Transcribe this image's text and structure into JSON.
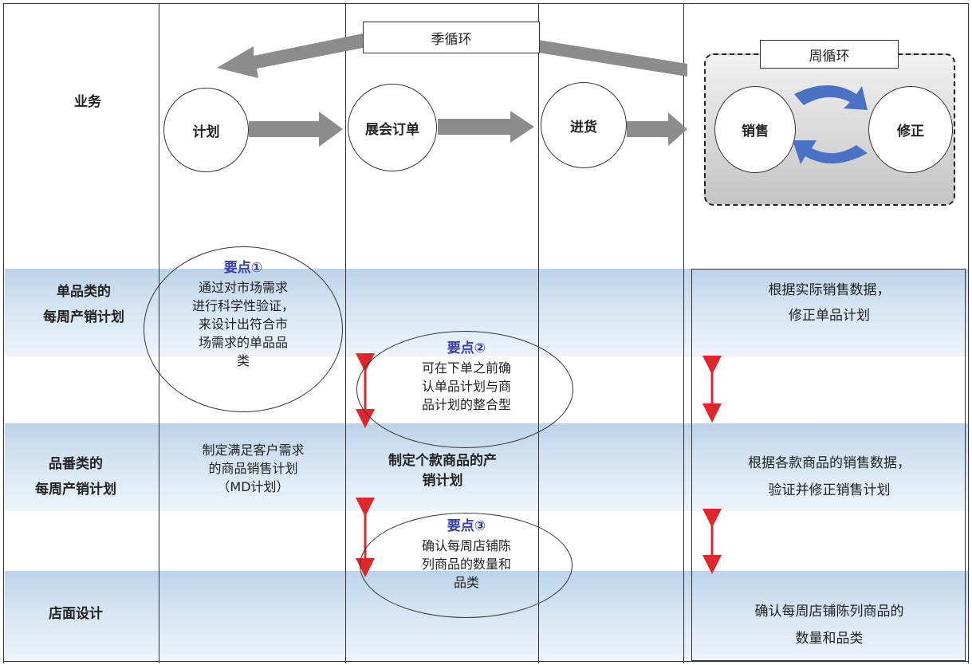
{
  "row_labels": {
    "business": "业务",
    "item_plan_1": "单品类的",
    "item_plan_2": "每周产销计划",
    "sku_plan_1": "品番类的",
    "sku_plan_2": "每周产销计划",
    "store_design": "店面设计"
  },
  "loops": {
    "season": "季循环",
    "week": "周循环"
  },
  "process": {
    "plan": "计划",
    "exhibition_order": "展会订单",
    "stock_in": "进货",
    "sales": "销售",
    "correction": "修正"
  },
  "key_points": [
    {
      "title": "要点①",
      "lines": [
        "通过对市场需求",
        "进行科学性验证，",
        "来设计出符合市",
        "场需求的单品品",
        "类"
      ]
    },
    {
      "title": "要点②",
      "lines": [
        "可在下单之前确",
        "认单品计划与商",
        "品计划的整合型"
      ]
    },
    {
      "title": "要点③",
      "lines": [
        "确认每周店铺陈",
        "列商品的数量和",
        "品类"
      ]
    }
  ],
  "plan_column": {
    "md_plan": [
      "制定满足客户需求",
      "的商品销售计划",
      "（MD计划）"
    ]
  },
  "order_column": {
    "product_plan": [
      "制定个款商品的产",
      "销计划"
    ]
  },
  "right_column": {
    "item_correction": [
      "根据实际销售数据，",
      "修正单品计划"
    ],
    "sku_correction": [
      "根据各款商品的销售数据，",
      "验证并修正销售计划"
    ],
    "store_check": [
      "确认每周店铺陈列商品的",
      "数量和品类"
    ]
  },
  "colors": {
    "gray_arrow": "#8c8c8c",
    "cycle_arrow": "#4a72c4",
    "red_arrow": "#e0262a",
    "key_point_text": "#3b3fa8",
    "band_blue": "#c9dcee"
  }
}
